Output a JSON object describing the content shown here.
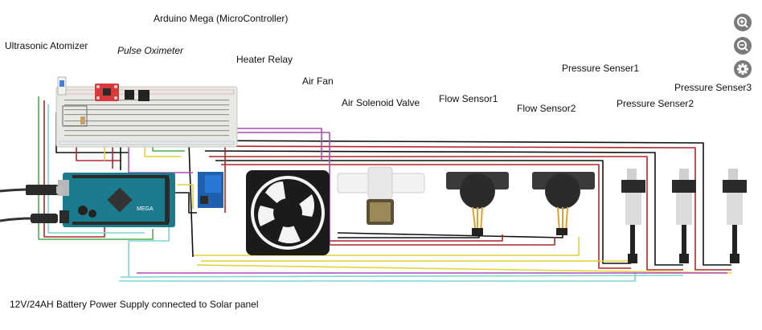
{
  "labels": {
    "arduino": "Arduino Mega (MicroController)",
    "atomizer": "Ultrasonic Atomizer",
    "oximeter": "Pulse Oximeter",
    "heater_relay": "Heater Relay",
    "air_fan": "Air Fan",
    "solenoid": "Air Solenoid Valve",
    "flow1": "Flow Sensor1",
    "flow2": "Flow Sensor2",
    "pressure1": "Pressure Senser1",
    "pressure2": "Pressure Senser2",
    "pressure3": "Pressure Senser3",
    "battery": "12V/24AH Battery Power Supply connected to Solar panel"
  },
  "board": {
    "brand_text": "MEGA"
  },
  "toolbar": {
    "zoom_in_icon": "zoom-in-icon",
    "zoom_out_icon": "zoom-out-icon",
    "settings_icon": "gear-icon"
  },
  "colors": {
    "arduino_board": "#1b7b8c",
    "breadboard": "#e8e8e4",
    "oximeter_module": "#d63a3a",
    "relay_module": "#1e5fae",
    "fan_body": "#1b1b1b",
    "wire_black": "#111111",
    "wire_red": "#b0262a",
    "wire_yellow": "#e6d23a",
    "wire_magenta": "#b04cb8",
    "wire_cyan": "#7fd6cf",
    "wire_green": "#4caf50",
    "toolbar_icon": "#7a7a7a"
  }
}
